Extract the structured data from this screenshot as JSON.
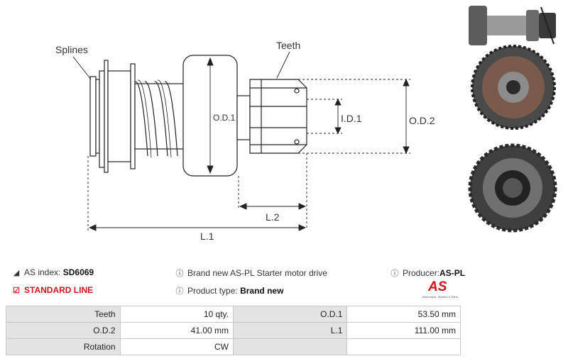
{
  "diagram": {
    "labels": {
      "splines": "Splines",
      "teeth": "Teeth",
      "od1": "O.D.1",
      "id1": "I.D.1",
      "od2": "O.D.2",
      "l2": "L.2",
      "l1": "L.1"
    }
  },
  "info": {
    "as_index_label": "AS index:",
    "as_index_value": "SD6069",
    "description": "Brand new AS-PL Starter motor drive",
    "producer_label": "Producer:",
    "producer_value": "AS-PL",
    "standard_line": "STANDARD LINE",
    "product_type_label": "Product type:",
    "product_type_value": "Brand new"
  },
  "logo": {
    "text": "AS",
    "tagline": "Alternators, Starters & Parts",
    "color": "#d0121b"
  },
  "specs": {
    "rows": [
      [
        {
          "k": "Teeth",
          "v": "10 qty."
        },
        {
          "k": "O.D.1",
          "v": "53.50 mm"
        }
      ],
      [
        {
          "k": "O.D.2",
          "v": "41.00 mm"
        },
        {
          "k": "L.1",
          "v": "111.00 mm"
        }
      ],
      [
        {
          "k": "Rotation",
          "v": "CW"
        },
        {
          "k": "",
          "v": ""
        }
      ]
    ]
  }
}
